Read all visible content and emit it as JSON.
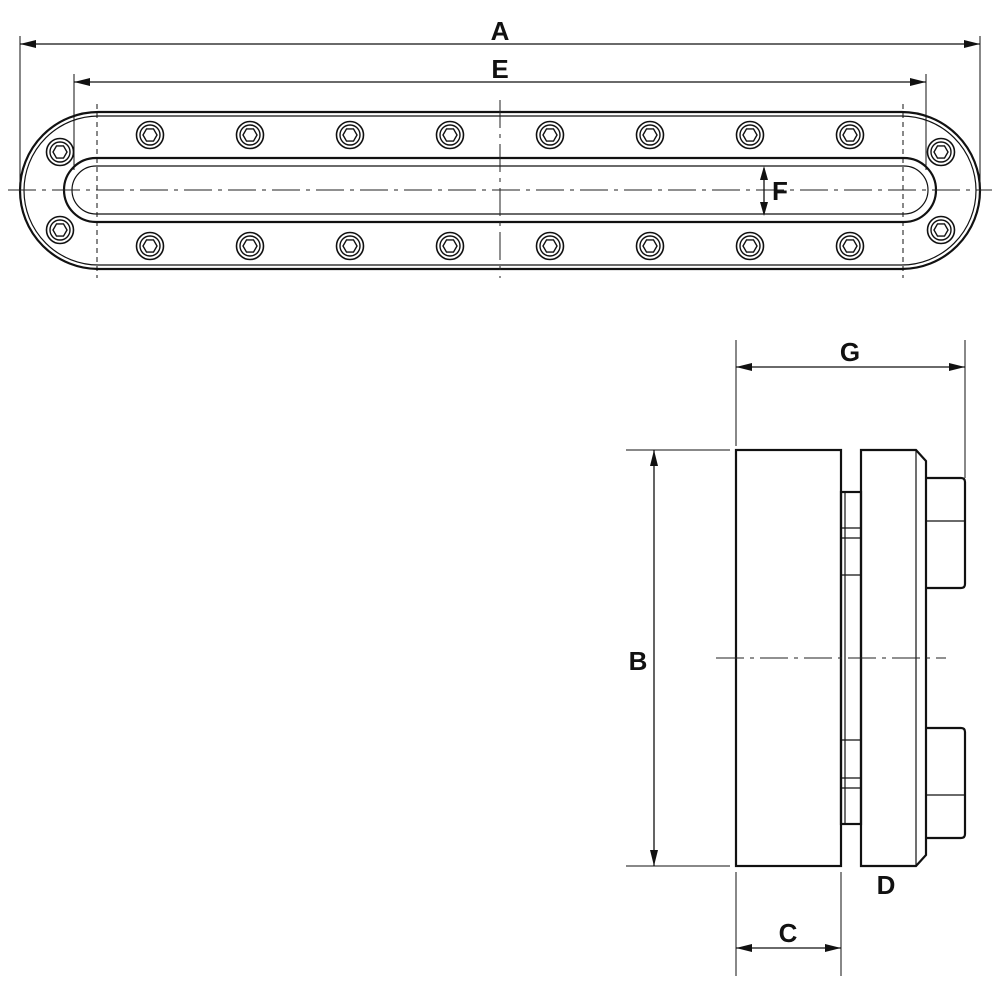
{
  "labels": {
    "A": "A",
    "B": "B",
    "C": "C",
    "D": "D",
    "E": "E",
    "F": "F",
    "G": "G"
  },
  "colors": {
    "line": "#111111",
    "background": "#ffffff"
  },
  "icons": {
    "bolt": "hex-socket-bolt-icon"
  }
}
